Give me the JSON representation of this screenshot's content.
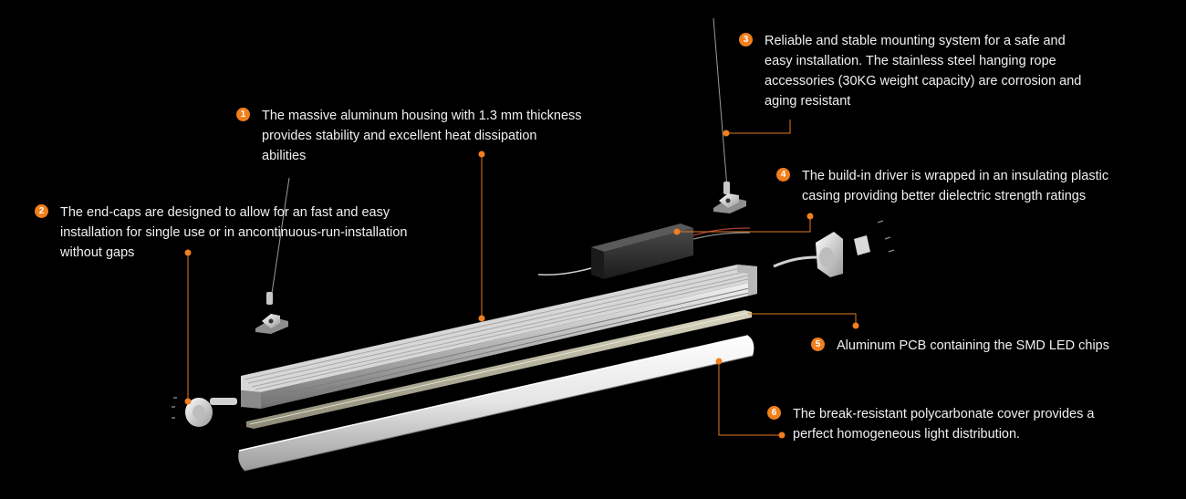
{
  "diagram": {
    "accent_color": "#f07f1d",
    "callouts": [
      {
        "number": "1",
        "lines": [
          "The massive aluminum housing with 1.3 mm thickness",
          "provides stability and excellent heat dissipation",
          "abilities"
        ]
      },
      {
        "number": "2",
        "lines": [
          "The end-caps are designed to allow for an fast and easy",
          "installation for single use or in ancontinuous-run-installation",
          "without gaps"
        ]
      },
      {
        "number": "3",
        "lines": [
          "Reliable and stable mounting system for a safe and",
          "easy installation. The stainless steel hanging rope",
          "accessories (30KG weight capacity) are corrosion and",
          "aging resistant"
        ]
      },
      {
        "number": "4",
        "lines": [
          "The build-in driver is wrapped in an insulating plastic",
          "casing providing better dielectric strength ratings"
        ]
      },
      {
        "number": "5",
        "lines": [
          "Aluminum PCB containing the SMD LED chips"
        ]
      },
      {
        "number": "6",
        "lines": [
          "The break-resistant polycarbonate cover provides a",
          "perfect homogeneous light distribution."
        ]
      }
    ]
  }
}
